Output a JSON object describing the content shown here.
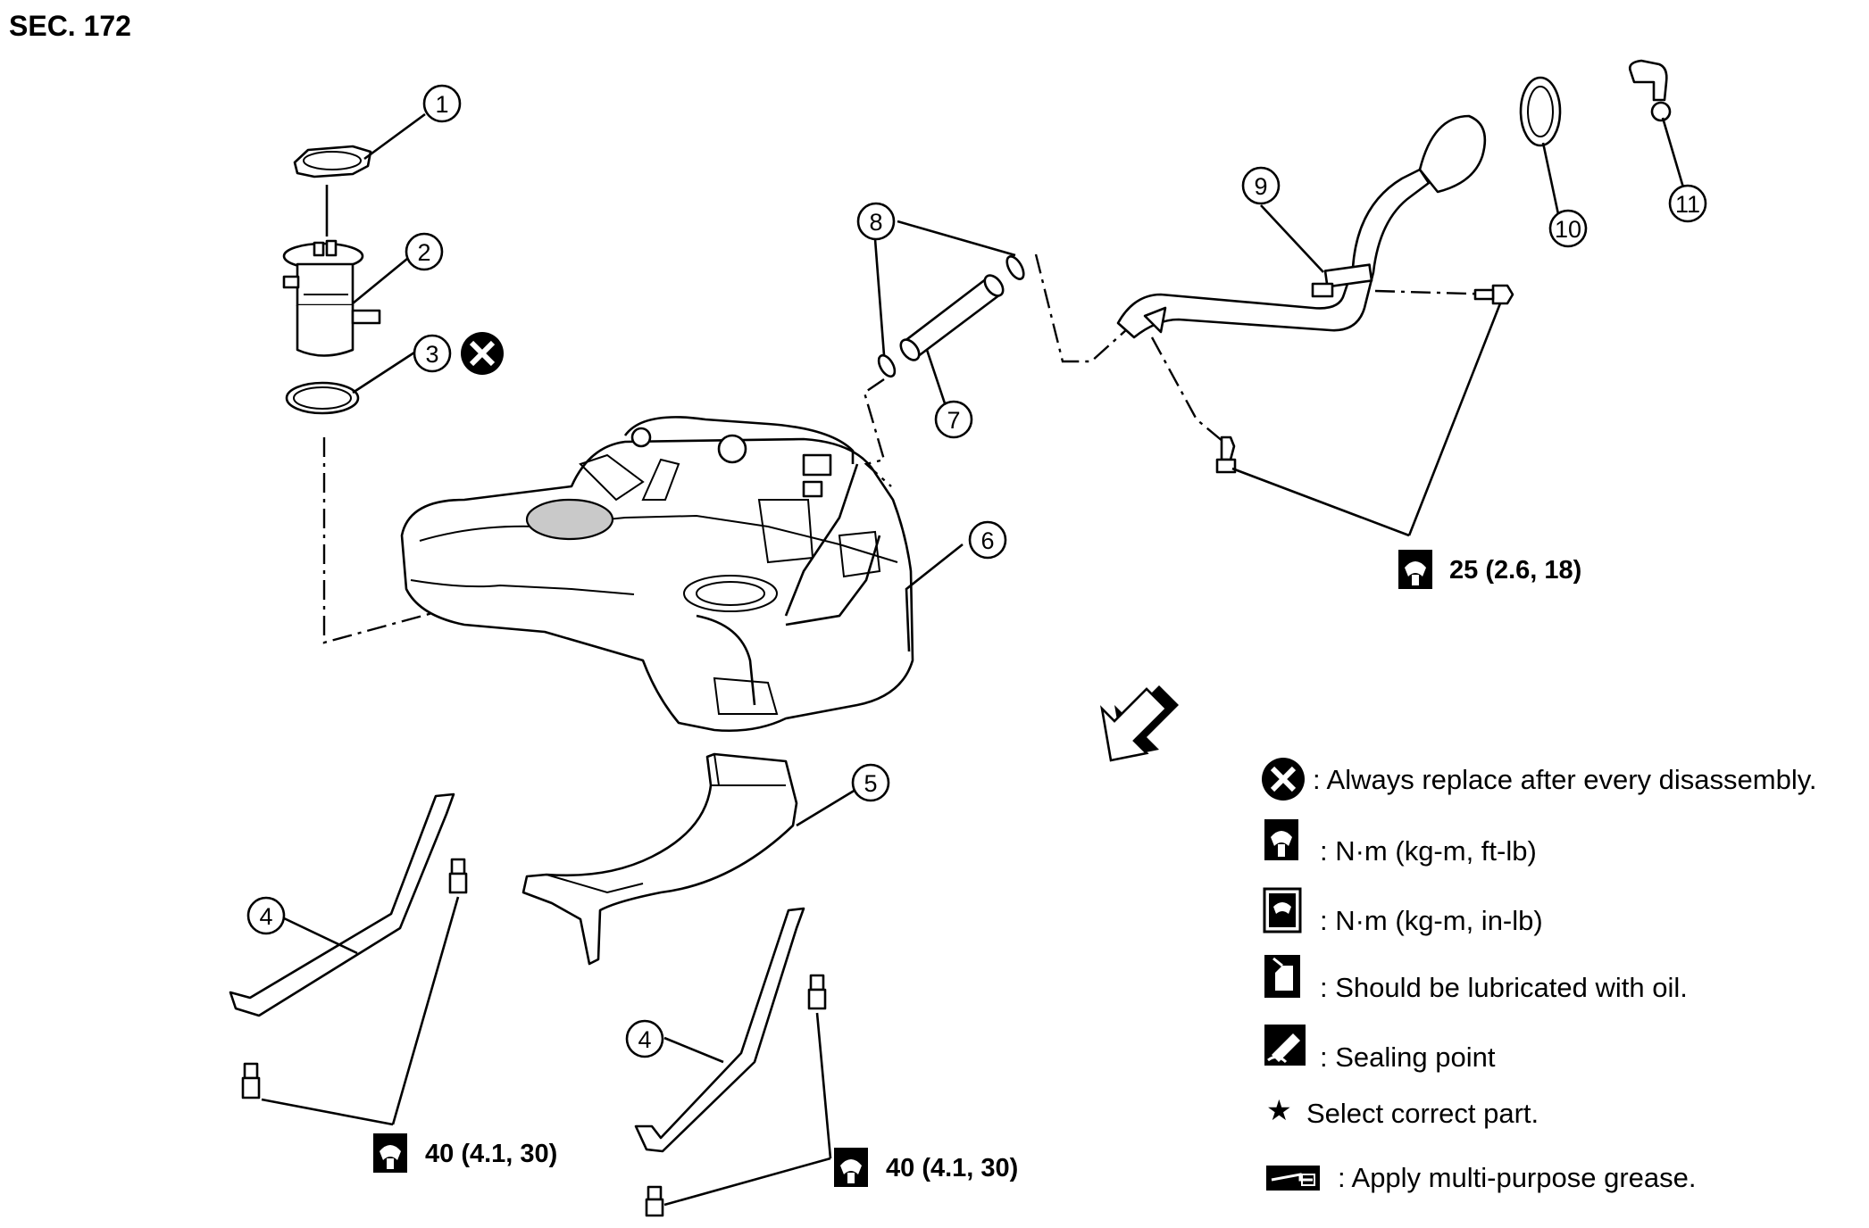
{
  "section": {
    "title": "SEC. 172"
  },
  "callouts": [
    "1",
    "2",
    "3",
    "4",
    "5",
    "6",
    "7",
    "8",
    "9",
    "10",
    "11",
    "4"
  ],
  "torques": {
    "filler_bolts": "25 (2.6, 18)",
    "strap_left": "40 (4.1, 30)",
    "strap_right": "40 (4.1, 30)"
  },
  "legend": [
    {
      "icon": "replace-x-icon",
      "text": ": Always replace after every disassembly."
    },
    {
      "icon": "torque-ftlb-icon",
      "text": ": N·m (kg-m, ft-lb)"
    },
    {
      "icon": "torque-inlb-icon",
      "text": ": N·m (kg-m, in-lb)"
    },
    {
      "icon": "oil-can-icon",
      "text": ": Should be lubricated with oil."
    },
    {
      "icon": "sealing-icon",
      "text": ": Sealing point"
    },
    {
      "icon": "star-icon",
      "text": "Select correct part."
    },
    {
      "icon": "grease-icon",
      "text": ": Apply multi-purpose grease."
    }
  ],
  "colors": {
    "ink": "#000000",
    "paper": "#ffffff",
    "shade": "#c9c9c9"
  }
}
